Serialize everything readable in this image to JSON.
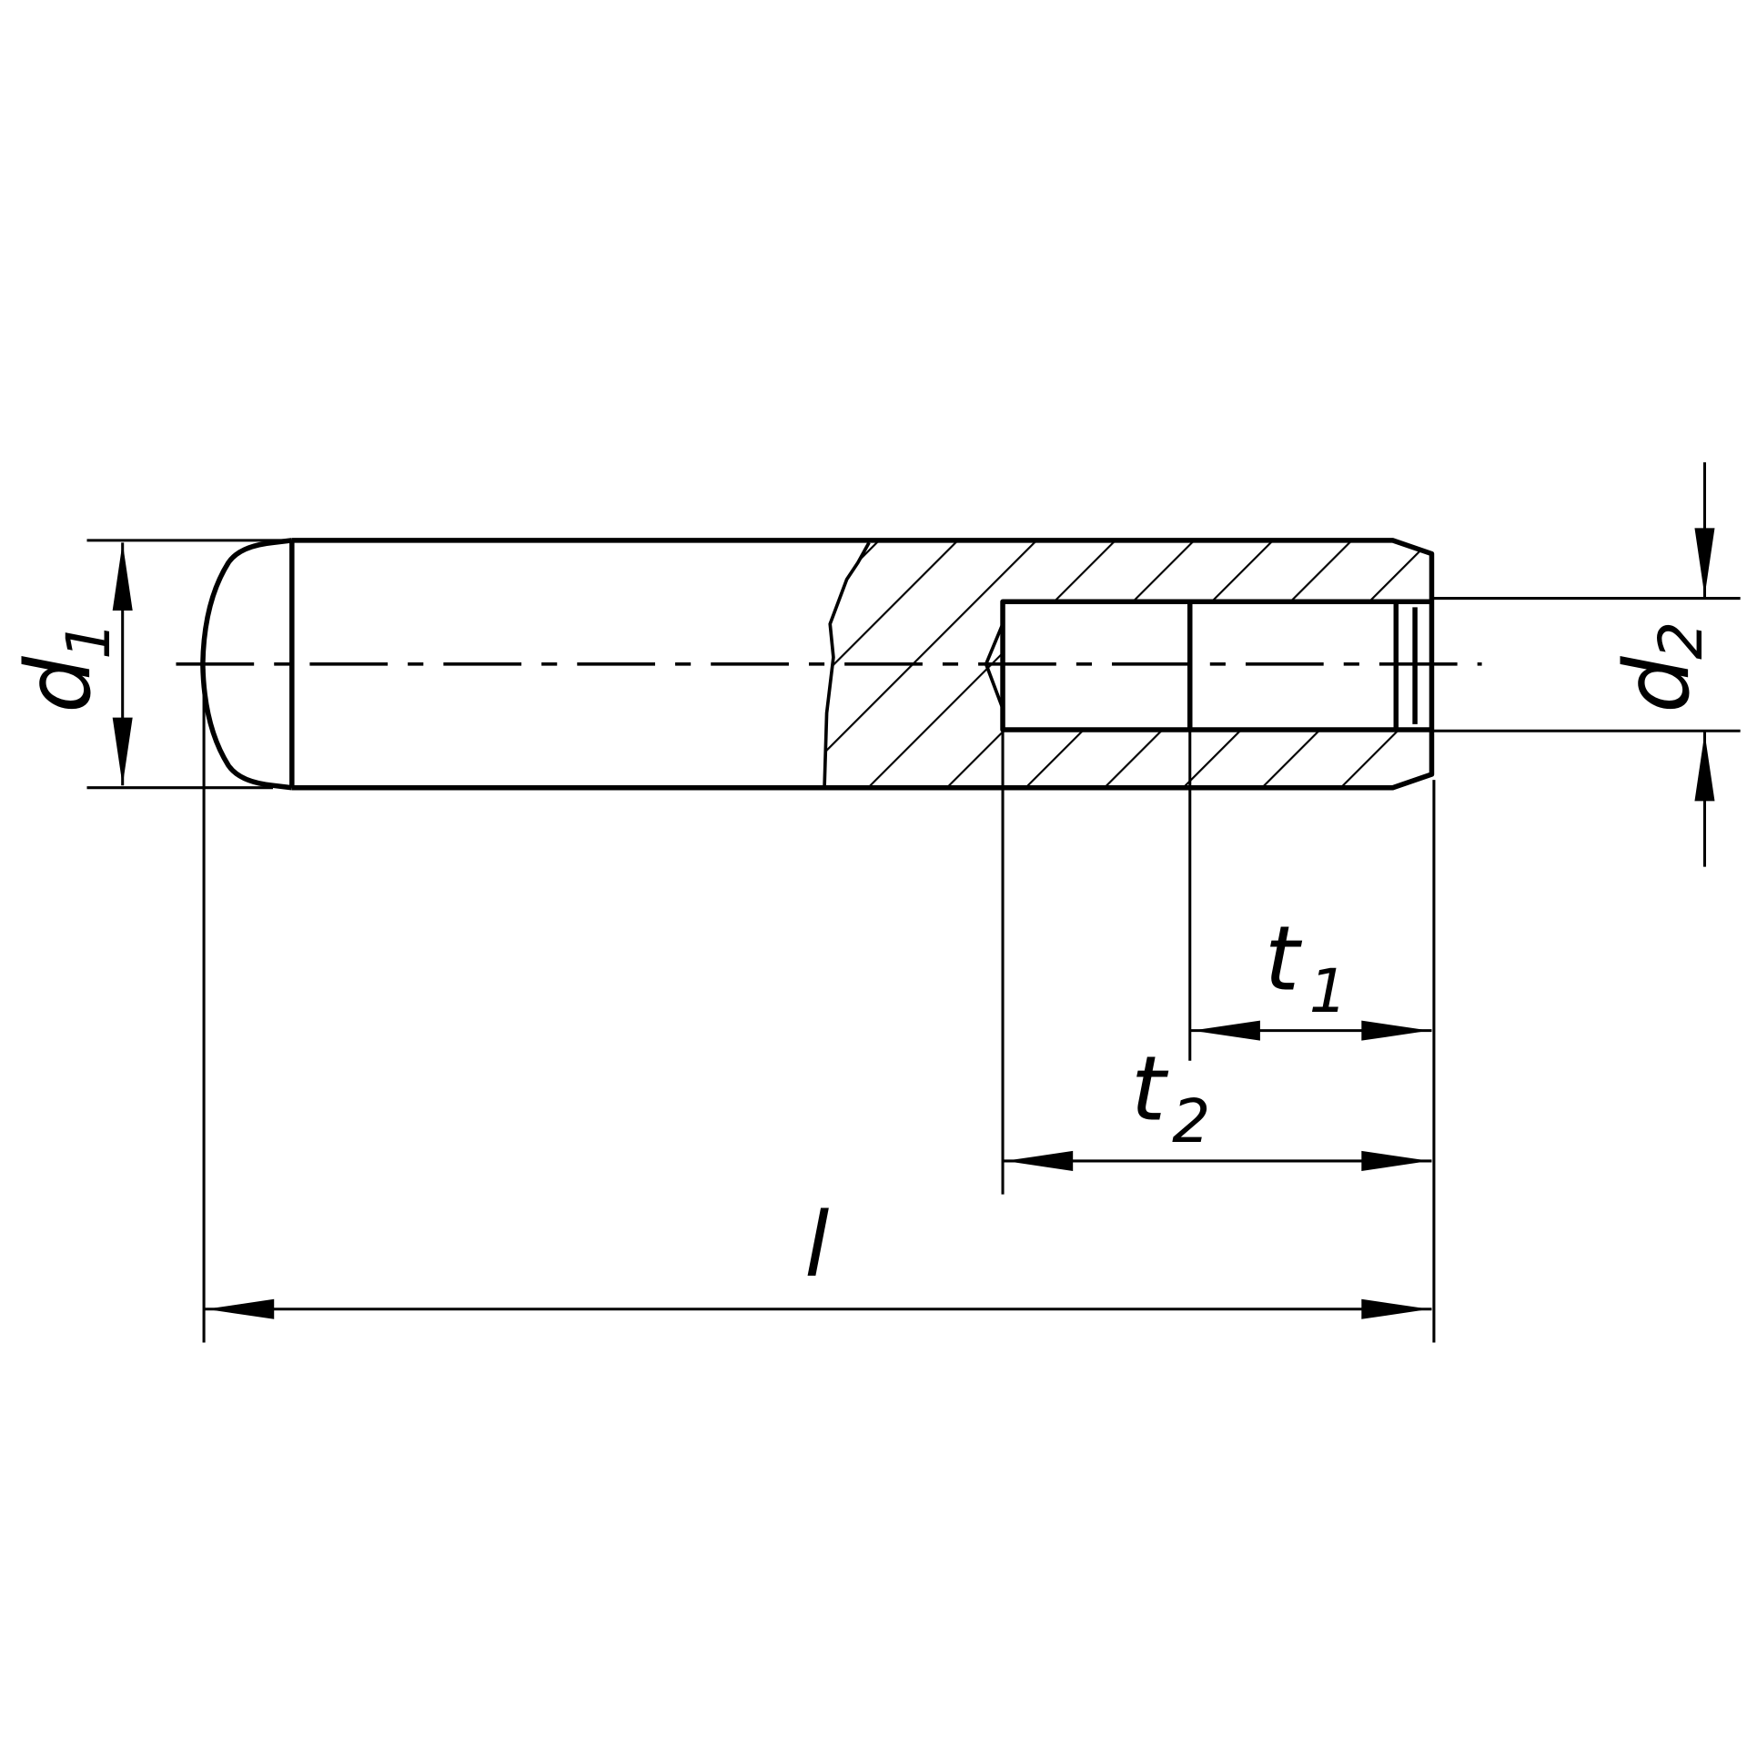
{
  "labels": {
    "d1": {
      "main": "d",
      "sub": "1"
    },
    "d2": {
      "main": "d",
      "sub": "2"
    },
    "t1": {
      "main": "t",
      "sub": "1"
    },
    "t2": {
      "main": "t",
      "sub": "2"
    },
    "l": {
      "main": "l"
    }
  },
  "colors": {
    "line": "#000000",
    "background": "#ffffff"
  }
}
